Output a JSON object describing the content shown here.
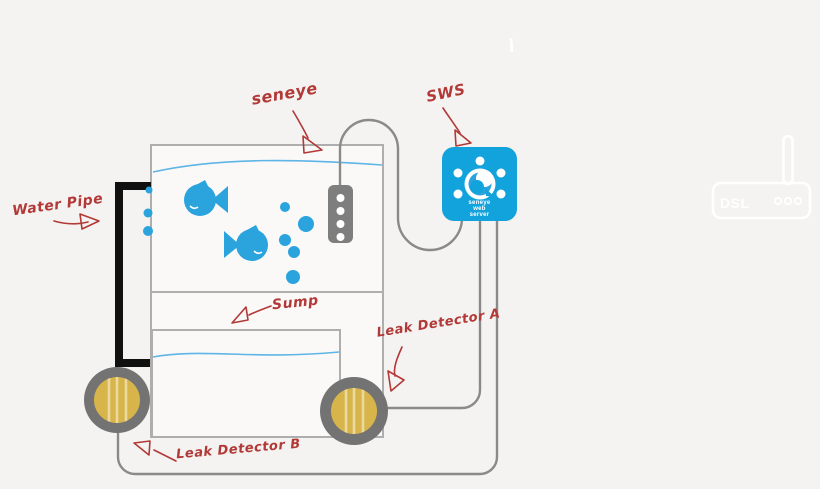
{
  "diagram": {
    "labels": {
      "water_pipe": "Water Pipe",
      "seneye": "seneye",
      "sws": "SWS",
      "sump": "Sump",
      "leak_detector_a": "Leak Detector A",
      "leak_detector_b": "Leak Detector B"
    },
    "sws_device": {
      "line1": "seneye",
      "line2": "web",
      "line3": "server"
    },
    "router": {
      "label": "DSL"
    },
    "colors": {
      "background": "#F4F3F1",
      "annotation_red": "#B23937",
      "seneye_blue": "#12A2DC",
      "fish_blue": "#2BA3DD",
      "water_blue": "#5FB5E5",
      "cable_gray": "#8A8A8A",
      "tank_gray": "#AEAEAE",
      "probe_gray": "#7E7E7E",
      "detector_ring_gray": "#737373",
      "detector_gold": "#D8B54B",
      "pipe_black": "#101010",
      "router_white": "#FFFFFF"
    }
  }
}
